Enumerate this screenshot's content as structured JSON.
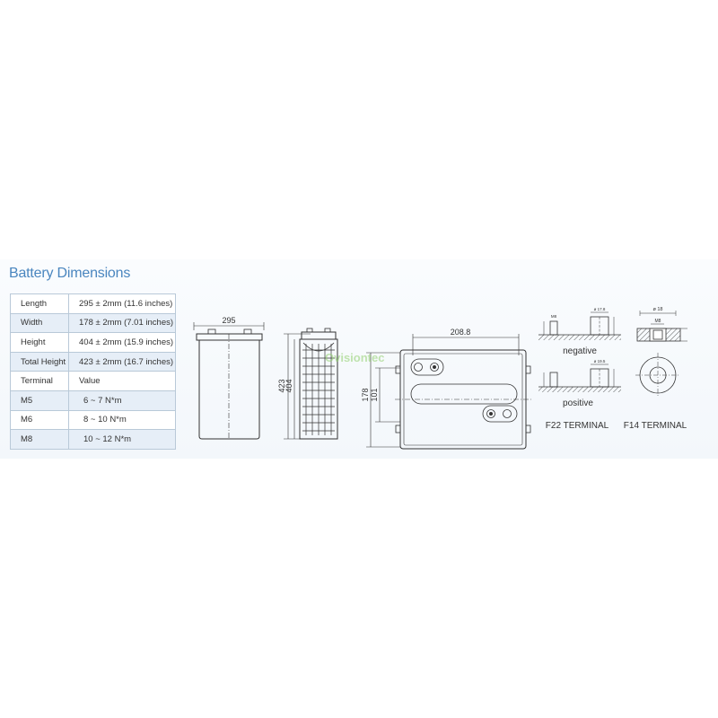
{
  "title": "Battery Dimensions",
  "table": {
    "rows": [
      {
        "label": "Length",
        "value": "295 ± 2mm (11.6 inches)"
      },
      {
        "label": "Width",
        "value": "178 ± 2mm (7.01 inches)"
      },
      {
        "label": "Height",
        "value": "404 ± 2mm (15.9 inches)"
      },
      {
        "label": "Total Height",
        "value": "423 ± 2mm (16.7 inches)"
      },
      {
        "label": "Terminal",
        "value": "Value"
      },
      {
        "label": "M5",
        "value": "6 ~ 7   N*m"
      },
      {
        "label": "M6",
        "value": "8 ~ 10  N*m"
      },
      {
        "label": "M8",
        "value": "10 ~ 12  N*m"
      }
    ]
  },
  "drawings": {
    "front_dim": "295",
    "side_dim_total": "423",
    "side_dim_height": "404",
    "top_dim_length": "208.8",
    "top_dim_width": "178",
    "top_dim_inner": "101",
    "negative_label": "negative",
    "positive_label": "positive",
    "f22_label": "F22 TERMINAL",
    "f14_label": "F14 TERMINAL",
    "f14_dia": "ø 18",
    "f14_bolt": "M8",
    "f22_bolt_neg": "M8",
    "f22_dia_neg": "ø 17.8",
    "f22_dia_pos": "ø 19.5",
    "watermark": "Ovisiontec"
  }
}
